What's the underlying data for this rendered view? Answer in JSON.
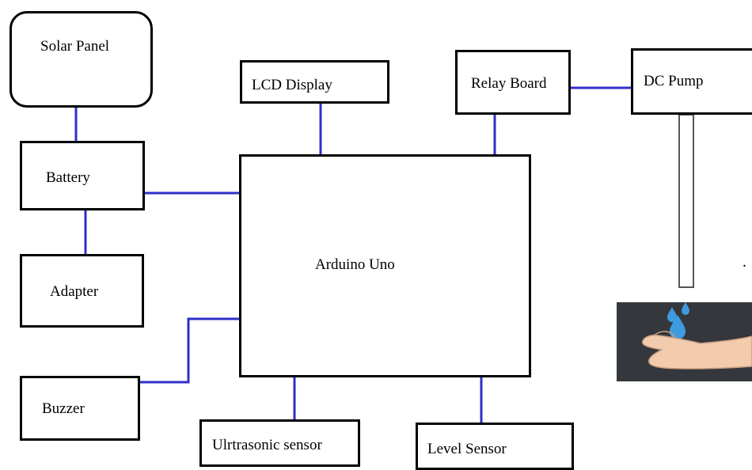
{
  "blocks": {
    "solar_panel": "Solar Panel",
    "lcd_display": "LCD Display",
    "relay_board": "Relay Board",
    "dc_pump": "DC Pump",
    "battery": "Battery",
    "adapter": "Adapter",
    "arduino": "Arduino Uno",
    "buzzer": "Buzzer",
    "ultrasonic": "Ulrtrasonic sensor",
    "level_sensor": "Level Sensor"
  },
  "stray_mark": ".",
  "colors": {
    "wire": "#2f2fc8",
    "border": "#000000",
    "hand_panel": "#34373b",
    "skin": "#f2ccac",
    "water_drop": "#3f9be0"
  },
  "icons": {
    "water_tap_hand": "hand-with-water-drops-icon"
  }
}
